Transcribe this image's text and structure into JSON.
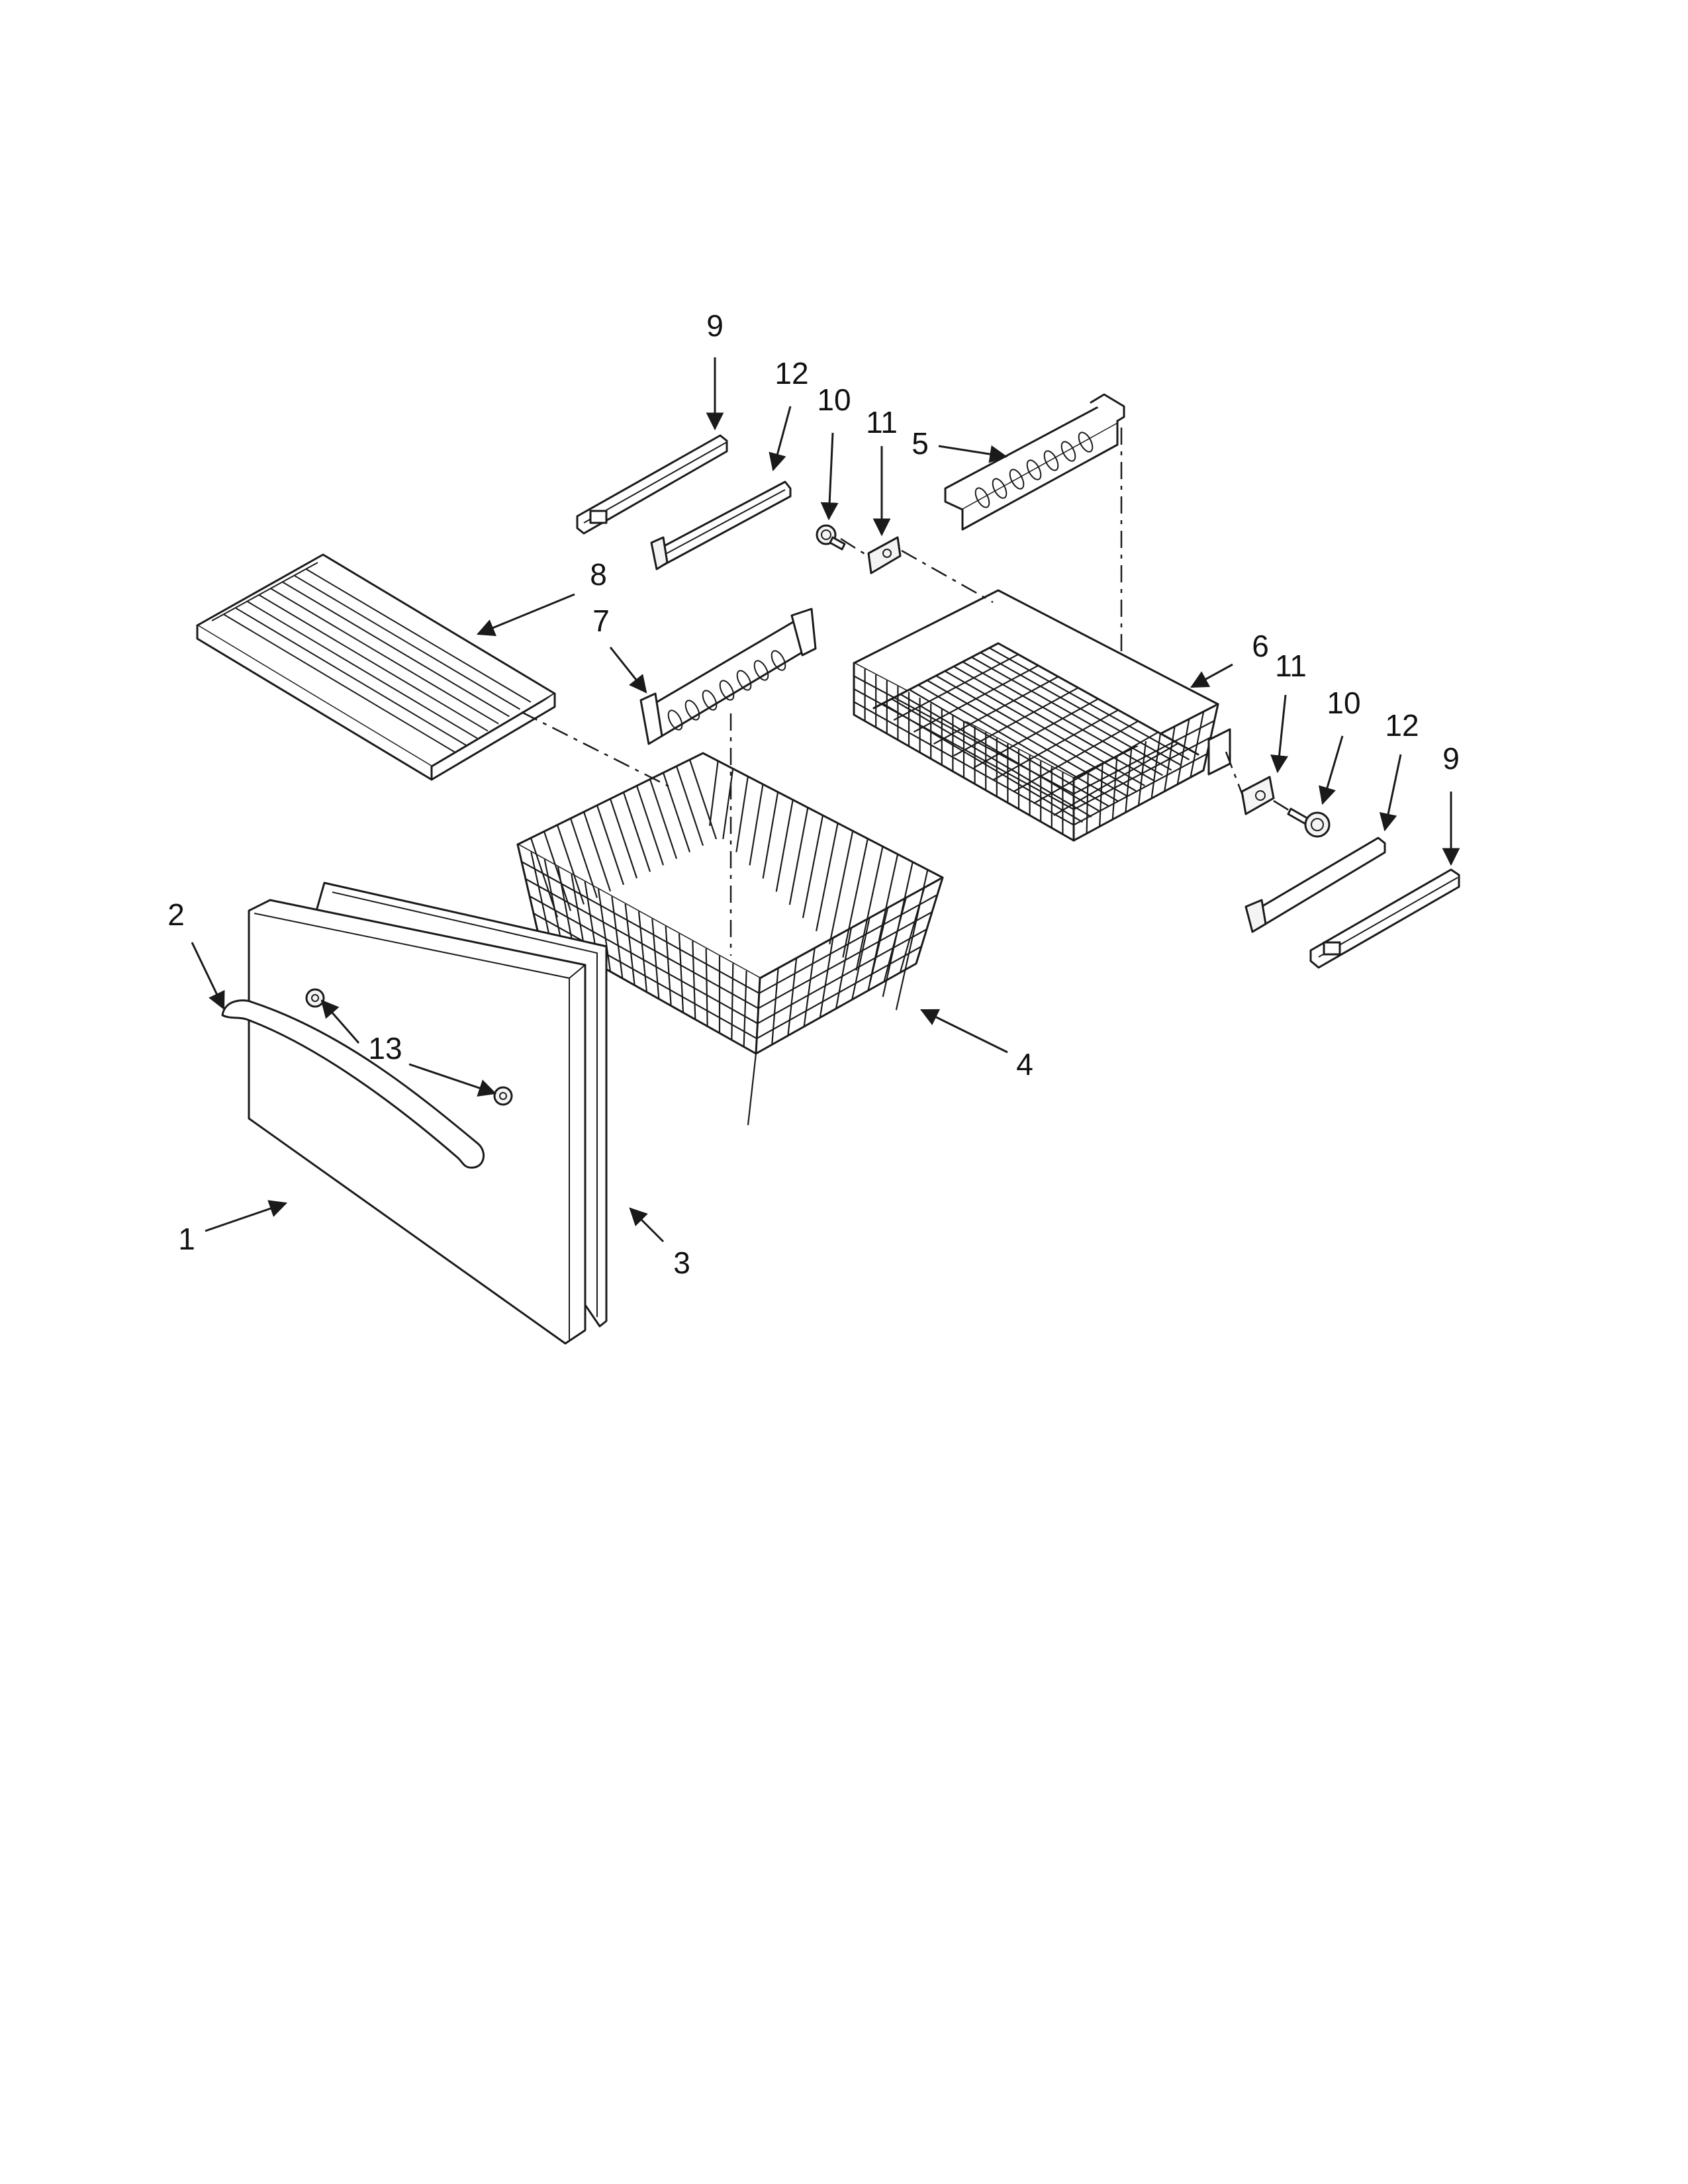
{
  "callouts": [
    {
      "id": "c1",
      "label": "1"
    },
    {
      "id": "c2",
      "label": "2"
    },
    {
      "id": "c3",
      "label": "3"
    },
    {
      "id": "c4",
      "label": "4"
    },
    {
      "id": "c5",
      "label": "5"
    },
    {
      "id": "c6",
      "label": "6"
    },
    {
      "id": "c7",
      "label": "7"
    },
    {
      "id": "c8",
      "label": "8"
    },
    {
      "id": "c9a",
      "label": "9"
    },
    {
      "id": "c9b",
      "label": "9"
    },
    {
      "id": "c10a",
      "label": "10"
    },
    {
      "id": "c10b",
      "label": "10"
    },
    {
      "id": "c11a",
      "label": "11"
    },
    {
      "id": "c11b",
      "label": "11"
    },
    {
      "id": "c12a",
      "label": "12"
    },
    {
      "id": "c12b",
      "label": "12"
    },
    {
      "id": "c13",
      "label": "13"
    }
  ]
}
